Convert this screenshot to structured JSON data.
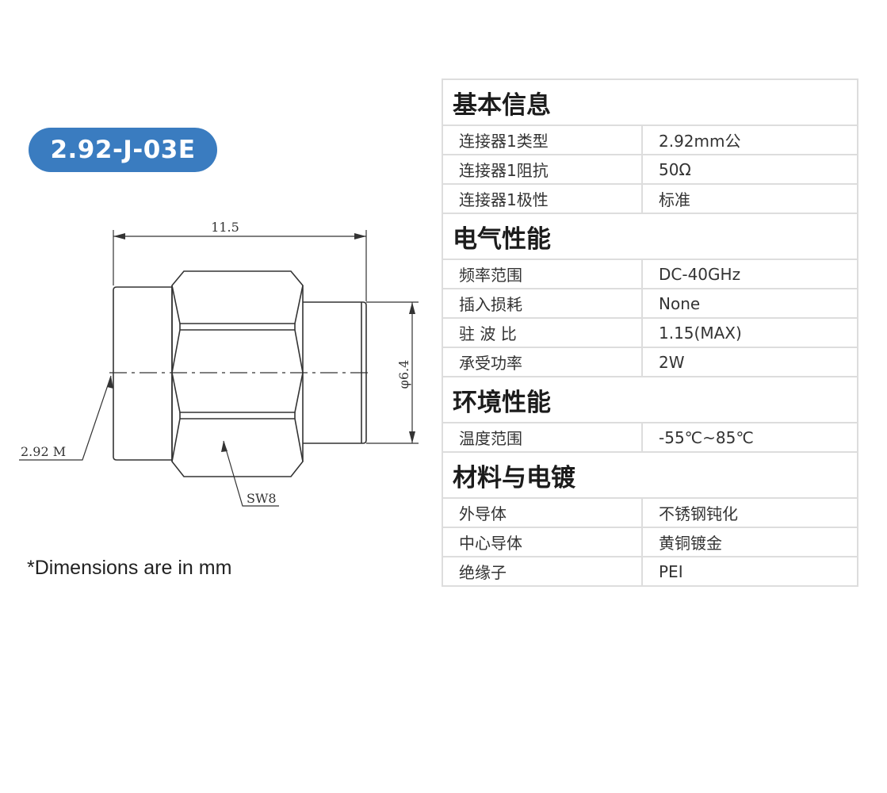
{
  "model_badge": "2.92-J-03E",
  "drawing": {
    "length_label": "11.5",
    "diameter_label": "φ6.4",
    "interface_label": "2.92 M",
    "hex_label": "SW8",
    "line_color": "#333333"
  },
  "note": "*Dimensions are in mm",
  "spec": {
    "basic_title": "基本信息",
    "basic_rows": [
      {
        "label": "连接器1类型",
        "value": "2.92mm公"
      },
      {
        "label": "连接器1阻抗",
        "value": "50Ω"
      },
      {
        "label": "连接器1极性",
        "value": "标准"
      }
    ],
    "electrical_title": "电气性能",
    "electrical_rows": [
      {
        "label": "频率范围",
        "value": "DC-40GHz"
      },
      {
        "label": "插入损耗",
        "value": "None"
      },
      {
        "label": "驻 波 比",
        "value": "1.15(MAX)"
      },
      {
        "label": "承受功率",
        "value": "2W"
      }
    ],
    "environment_title": "环境性能",
    "environment_rows": [
      {
        "label": "温度范围",
        "value": "-55℃~85℃"
      }
    ],
    "materials_title": "材料与电镀",
    "materials_rows": [
      {
        "label": "外导体",
        "value": "不锈钢钝化"
      },
      {
        "label": "中心导体",
        "value": "黄铜镀金"
      },
      {
        "label": "绝缘子",
        "value": "PEI"
      }
    ]
  },
  "colors": {
    "badge_bg": "#3a7cc0",
    "border": "#dddddd"
  }
}
